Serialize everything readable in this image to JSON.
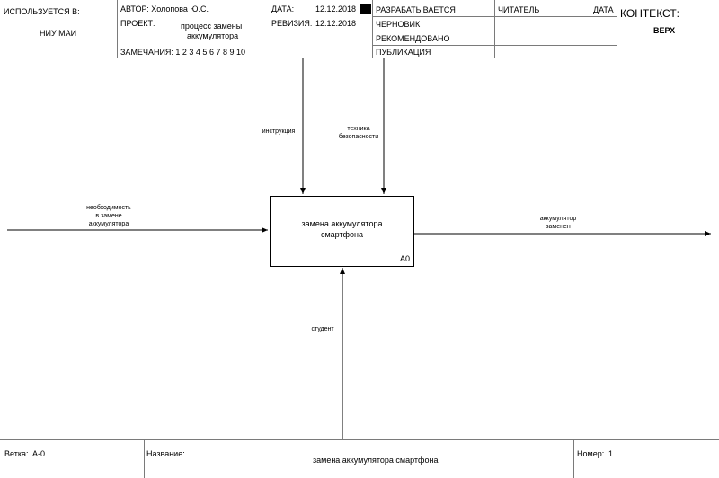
{
  "header": {
    "used_in_label": "ИСПОЛЬЗУЕТСЯ В:",
    "used_in_value": "НИУ МАИ",
    "author_label": "АВТОР: Холопова Ю.С.",
    "project_label": "ПРОЕКТ:",
    "project_value_line1": "процесс замены",
    "project_value_line2": "аккумулятора",
    "notes_label": "ЗАМЕЧАНИЯ:  1  2  3  4  5  6  7  8  9  10",
    "date_label": "ДАТА:",
    "date_value": "12.12.2018",
    "revision_label": "РЕВИЗИЯ:",
    "revision_value": "12.12.2018",
    "status_working": "РАЗРАБАТЫВАЕТСЯ",
    "status_draft": "ЧЕРНОВИК",
    "status_recommended": "РЕКОМЕНДОВАНО",
    "status_publication": "ПУБЛИКАЦИЯ",
    "reader_label": "ЧИТАТЕЛЬ",
    "reader_date_label": "ДАТА",
    "context_label": "КОНТЕКСТ:",
    "context_value": "ВЕРХ"
  },
  "diagram": {
    "activity": {
      "line1": "замена аккумулятора",
      "line2": "смартфона",
      "node": "A0"
    },
    "arrows": {
      "input_line1": "необходимость",
      "input_line2": "в замене",
      "input_line3": "аккумулятора",
      "control1": "инструкция",
      "control2_line1": "техника",
      "control2_line2": "безопасности",
      "output_line1": "аккумулятор",
      "output_line2": "заменен",
      "mechanism": "студент"
    }
  },
  "footer": {
    "branch_label": "Ветка:",
    "branch_value": "A-0",
    "name_label": "Название:",
    "name_value": "замена аккумулятора смартфона",
    "number_label": "Номер:",
    "number_value": "1"
  }
}
